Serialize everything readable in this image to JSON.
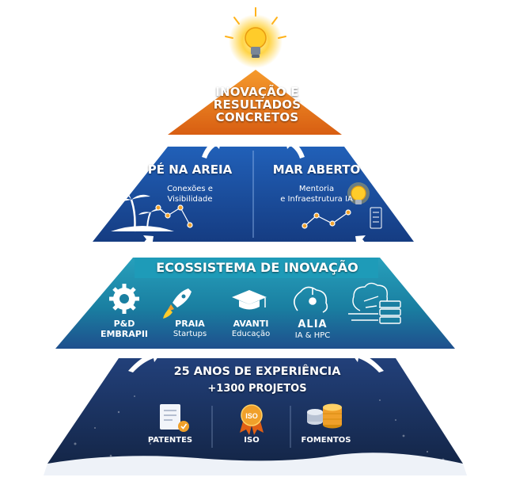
{
  "top": {
    "lines": [
      "INOVAÇÃO E",
      "RESULTADOS",
      "CONCRETOS"
    ]
  },
  "tier2": {
    "left": {
      "title": "PÉ NA AREIA",
      "subtitle_lines": [
        "Conexões e",
        "Visibilidade"
      ]
    },
    "right": {
      "title": "MAR ABERTO",
      "subtitle_lines": [
        "Mentoria",
        "e Infraestrutura IA"
      ]
    }
  },
  "tier3": {
    "title": "ECOSSISTEMA DE INOVAÇÃO",
    "items": [
      {
        "title_lines": [
          "P&D",
          "EMBRAPII"
        ],
        "sub": "",
        "icon": "gear-icon"
      },
      {
        "title_lines": [
          "PRAIA"
        ],
        "sub": "Startups",
        "icon": "rocket-icon"
      },
      {
        "title_lines": [
          "AVANTI"
        ],
        "sub": "Educação",
        "icon": "graduation-cap-icon"
      },
      {
        "title_lines": [
          "ALIA"
        ],
        "sub": "IA & HPC",
        "icon": "ai-chip-icon"
      },
      {
        "title_lines": [],
        "sub": "",
        "icon": "brain-server-icon"
      }
    ]
  },
  "tier4": {
    "line1": "25 ANOS DE EXPERIÊNCIA",
    "line2": "+1300 PROJETOS",
    "items": [
      {
        "label": "PATENTES",
        "icon": "certificate-icon"
      },
      {
        "label": "ISO",
        "icon": "iso-medal-icon"
      },
      {
        "label": "FOMENTOS",
        "icon": "coins-icon"
      }
    ]
  },
  "colors": {
    "orange": "#e8781e",
    "blue": "#1b4fa0",
    "teal": "#1a8aa6",
    "navy": "#1b2f5c",
    "bulb": "#ffc21a"
  }
}
